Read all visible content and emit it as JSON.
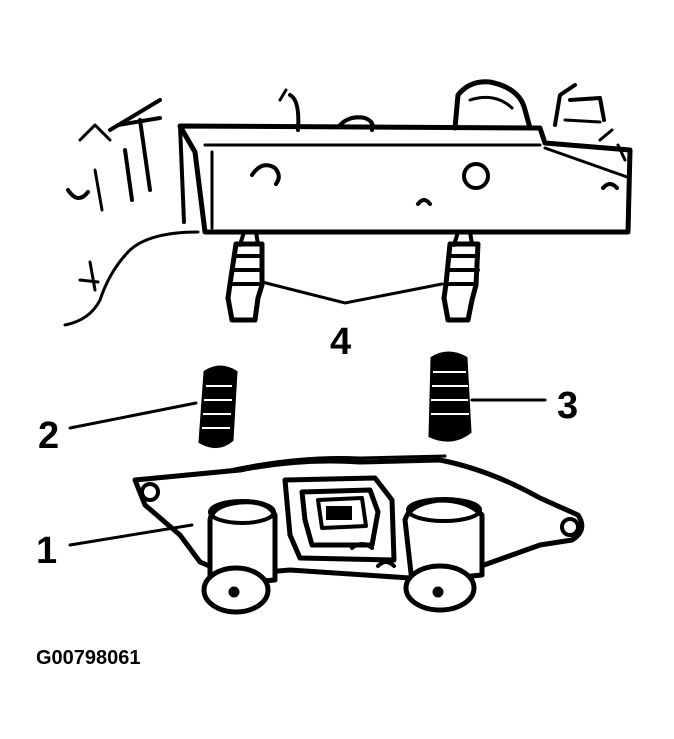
{
  "diagram": {
    "figure_id": "G00798061",
    "callouts": {
      "c1": "1",
      "c2": "2",
      "c3": "3",
      "c4": "4"
    }
  },
  "colors": {
    "ink": "#000000",
    "paper": "#ffffff"
  }
}
